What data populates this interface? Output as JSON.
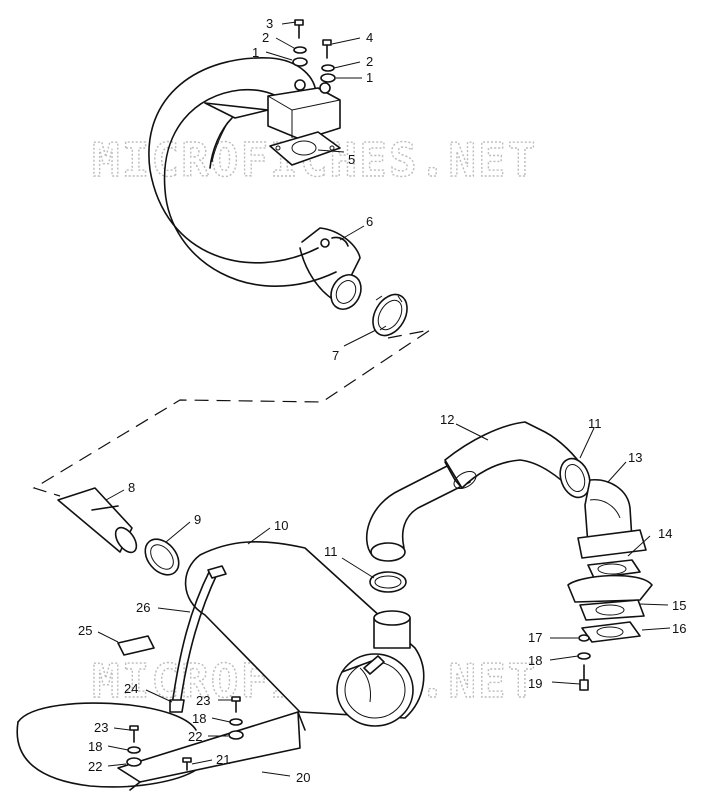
{
  "watermark": "MICROFICHES.NET",
  "callouts": {
    "c3": "3",
    "c2a": "2",
    "c1a": "1",
    "c4": "4",
    "c2b": "2",
    "c1b": "1",
    "c5": "5",
    "c6": "6",
    "c7": "7",
    "c8": "8",
    "c9": "9",
    "c10": "10",
    "c11a": "11",
    "c11b": "11",
    "c12": "12",
    "c13": "13",
    "c14": "14",
    "c15": "15",
    "c16": "16",
    "c17": "17",
    "c18a": "18",
    "c19": "19",
    "c25": "25",
    "c26": "26",
    "c24": "24",
    "c23a": "23",
    "c18b": "18",
    "c22a": "22",
    "c21": "21",
    "c23b": "23",
    "c18c": "18",
    "c22b": "22",
    "c20": "20"
  }
}
